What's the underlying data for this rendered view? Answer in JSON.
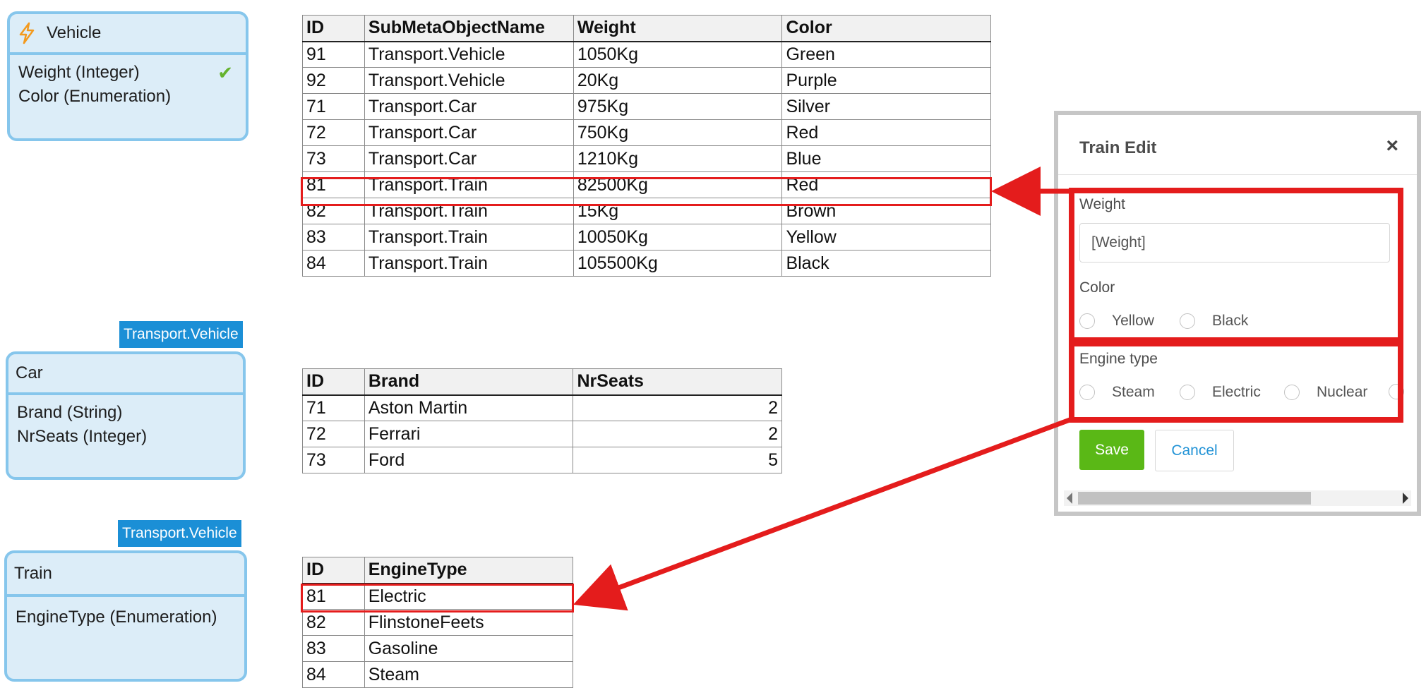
{
  "colors": {
    "highlight": "#e41c1c",
    "entity_bg": "#dcedf8",
    "entity_border": "#86c6ec",
    "tag_bg": "#1b8fd6",
    "save_bg": "#5ab816",
    "check": "#65b32e"
  },
  "entities": {
    "vehicle": {
      "name": "Vehicle",
      "icon": "lightning-bolt-icon",
      "attrs": [
        "Weight (Integer)",
        "Color (Enumeration)"
      ],
      "check": "✔"
    },
    "car": {
      "name": "Car",
      "parent": "Transport.Vehicle",
      "attrs": [
        "Brand (String)",
        "NrSeats (Integer)"
      ]
    },
    "train": {
      "name": "Train",
      "parent": "Transport.Vehicle",
      "attrs": [
        "EngineType (Enumeration)"
      ]
    }
  },
  "vehicle_table": {
    "headers": [
      "ID",
      "SubMetaObjectName",
      "Weight",
      "Color"
    ],
    "rows": [
      [
        "91",
        "Transport.Vehicle",
        "1050Kg",
        "Green"
      ],
      [
        "92",
        "Transport.Vehicle",
        "20Kg",
        "Purple"
      ],
      [
        "71",
        "Transport.Car",
        "975Kg",
        "Silver"
      ],
      [
        "72",
        "Transport.Car",
        "750Kg",
        "Red"
      ],
      [
        "73",
        "Transport.Car",
        "1210Kg",
        "Blue"
      ],
      [
        "81",
        "Transport.Train",
        "82500Kg",
        "Red"
      ],
      [
        "82",
        "Transport.Train",
        "15Kg",
        "Brown"
      ],
      [
        "83",
        "Transport.Train",
        "10050Kg",
        "Yellow"
      ],
      [
        "84",
        "Transport.Train",
        "105500Kg",
        "Black"
      ]
    ]
  },
  "car_table": {
    "headers": [
      "ID",
      "Brand",
      "NrSeats"
    ],
    "rows": [
      [
        "71",
        "Aston Martin",
        "2"
      ],
      [
        "72",
        "Ferrari",
        "2"
      ],
      [
        "73",
        "Ford",
        "5"
      ]
    ]
  },
  "train_table": {
    "headers": [
      "ID",
      "EngineType"
    ],
    "rows": [
      [
        "81",
        "Electric"
      ],
      [
        "82",
        "FlinstoneFeets"
      ],
      [
        "83",
        "Gasoline"
      ],
      [
        "84",
        "Steam"
      ]
    ]
  },
  "dialog": {
    "title": "Train Edit",
    "close": "×",
    "weight_label": "Weight",
    "weight_value": "[Weight]",
    "color_label": "Color",
    "color_options": [
      "Yellow",
      "Black"
    ],
    "engine_label": "Engine type",
    "engine_options": [
      "Steam",
      "Electric",
      "Nuclear"
    ],
    "save": "Save",
    "cancel": "Cancel"
  }
}
